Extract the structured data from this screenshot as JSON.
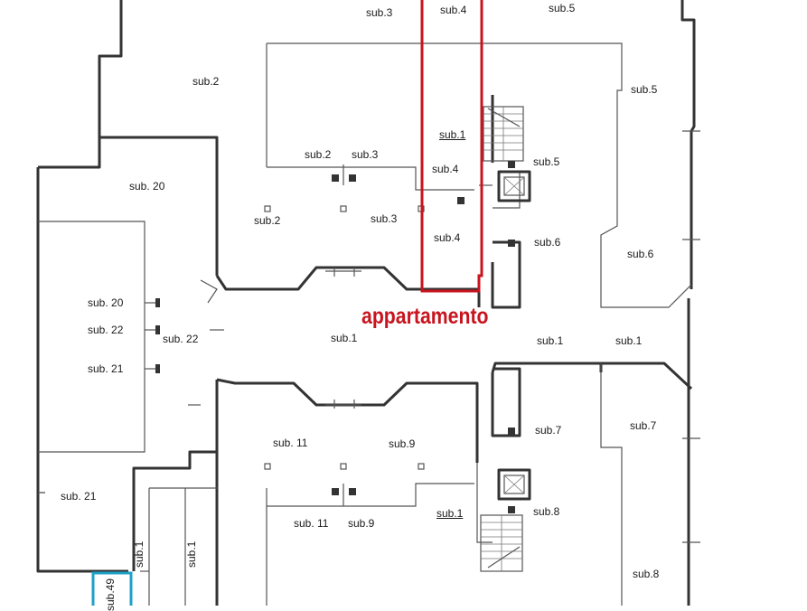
{
  "plan": {
    "highlight_label": "appartamento",
    "accent_color": "#c8141e",
    "secondary_outline_color": "#1fa0c8",
    "labels": {
      "sub3_top": "sub.3",
      "sub4_top": "sub.4",
      "sub5_top": "sub.5",
      "sub2_upper": "sub.2",
      "sub5_right": "sub.5",
      "sub1_stair": "sub.1",
      "sub20": "sub. 20",
      "sub2_meter": "sub.2",
      "sub3_meter": "sub.3",
      "sub4_mid": "sub.4",
      "sub5_meter": "sub.5",
      "sub2_room": "sub.2",
      "sub3_room": "sub.3",
      "sub4_lower": "sub.4",
      "sub6_meter": "sub.6",
      "sub6_room": "sub.6",
      "sub20_meter": "sub. 20",
      "sub22_meter": "sub. 22",
      "sub22_corr": "sub. 22",
      "sub21_meter": "sub. 21",
      "sub1_corridor": "sub.1",
      "sub1_right_a": "sub.1",
      "sub1_right_b": "sub.1",
      "sub11_room": "sub. 11",
      "sub9_room": "sub.9",
      "sub7_meter": "sub.7",
      "sub7_room": "sub.7",
      "sub21_room": "sub. 21",
      "sub11_meter": "sub. 11",
      "sub9_meter": "sub.9",
      "sub1_lower_stair": "sub.1",
      "sub8_meter": "sub.8",
      "sub8_room": "sub.8",
      "sub1_vert_a": "sub.1",
      "sub1_vert_b": "sub.1",
      "sub49_vert": "sub.49"
    }
  }
}
